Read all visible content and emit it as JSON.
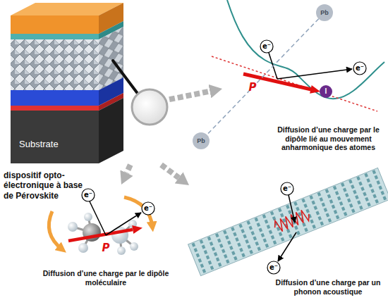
{
  "diagram": {
    "nodes": [
      {
        "text": [
          "dispositif opto-électronique à base de Pérovskite"
        ]
      },
      {
        "text": [
          "Substrate"
        ],
        "in": 0
      },
      {
        "text": [
          "Diffusion d’une charge par le dipôle lié au mouvement anharmonique des atomes"
        ]
      },
      {
        "text": [
          "Pb"
        ],
        "in": 2
      },
      {
        "text": [
          "Pb"
        ],
        "in": 2
      },
      {
        "text": [
          "I"
        ],
        "in": 2
      },
      {
        "text": [
          "Diffusion d’une charge par le dipôle moléculaire"
        ]
      },
      {
        "text": [
          "Diffusion d’une charge par un phonon acoustique"
        ]
      }
    ],
    "edges": [
      {
        "from": 0,
        "to": 2,
        "arrow": "to"
      },
      {
        "from": 0,
        "to": 6,
        "arrow": "to"
      },
      {
        "from": 0,
        "to": 7,
        "arrow": "to"
      },
      {
        "from": 3,
        "to": 4,
        "arrow": "none"
      }
    ],
    "labels": [
      "e⁻",
      "P",
      "e⁻",
      "e⁻",
      "P",
      "e⁻",
      "e⁻",
      "e⁻"
    ]
  }
}
